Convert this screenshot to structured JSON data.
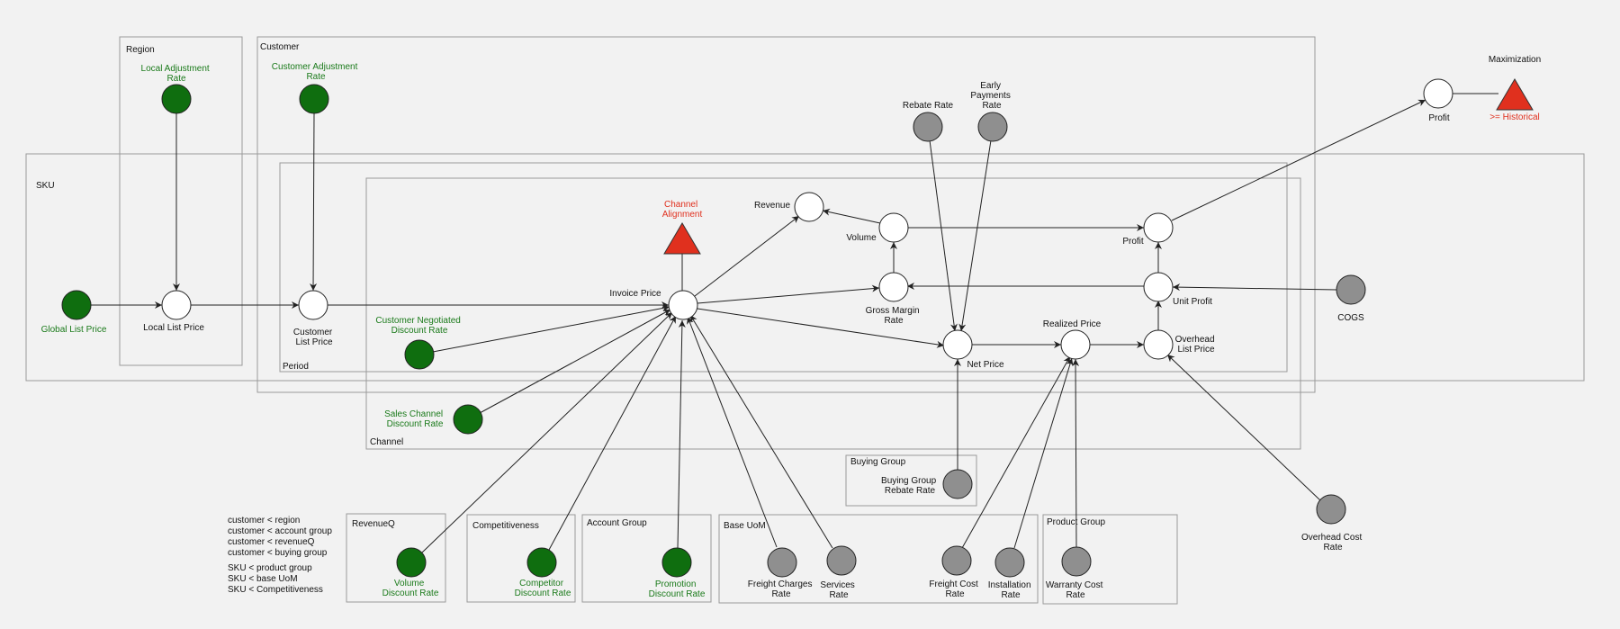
{
  "groups": {
    "sku": "SKU",
    "region": "Region",
    "customer": "Customer",
    "period": "Period",
    "channel": "Channel",
    "buying_group": "Buying Group",
    "revenueq": "RevenueQ",
    "competitiveness": "Competitiveness",
    "account_group": "Account Group",
    "base_uom": "Base UoM",
    "product_group": "Product Group"
  },
  "nodes": {
    "global_list_price": "Global List Price",
    "local_adjustment_rate": [
      "Local Adjustment",
      "Rate"
    ],
    "local_list_price": "Local List Price",
    "customer_adjustment_rate": [
      "Customer Adjustment",
      "Rate"
    ],
    "customer_list_price": [
      "Customer",
      "List Price"
    ],
    "customer_negotiated_discount_rate": [
      "Customer Negotiated",
      "Discount Rate"
    ],
    "sales_channel_discount_rate": [
      "Sales Channel",
      "Discount Rate"
    ],
    "invoice_price": "Invoice Price",
    "channel_alignment": [
      "Channel",
      "Alignment"
    ],
    "revenue": "Revenue",
    "volume": "Volume",
    "gross_margin_rate": [
      "Gross Margin",
      "Rate"
    ],
    "net_price": "Net Price",
    "realized_price": "Realized Price",
    "overhead_list_price": [
      "Overhead",
      "List Price"
    ],
    "unit_profit": "Unit Profit",
    "profit_inner": "Profit",
    "profit_outer": "Profit",
    "cogs": "COGS",
    "rebate_rate": "Rebate Rate",
    "early_payments_rate": [
      "Early",
      "Payments",
      "Rate"
    ],
    "maximization": "Maximization",
    "historical": ">= Historical",
    "buying_group_rebate_rate": [
      "Buying Group",
      "Rebate Rate"
    ],
    "overhead_cost_rate": [
      "Overhead Cost",
      "Rate"
    ],
    "volume_discount_rate": [
      "Volume",
      "Discount Rate"
    ],
    "competitor_discount_rate": [
      "Competitor",
      "Discount Rate"
    ],
    "promotion_discount_rate": [
      "Promotion",
      "Discount Rate"
    ],
    "freight_charges_rate": [
      "Freight Charges",
      "Rate"
    ],
    "services_rate": [
      "Services",
      "Rate"
    ],
    "freight_cost_rate": [
      "Freight Cost",
      "Rate"
    ],
    "installation_rate": [
      "Installation",
      "Rate"
    ],
    "warranty_cost_rate": [
      "Warranty Cost",
      "Rate"
    ]
  },
  "legend": [
    "customer < region",
    "customer < account group",
    "customer < revenueQ",
    "customer < buying group",
    "SKU < product group",
    "SKU < base UoM",
    "SKU < Competitiveness"
  ],
  "colors": {
    "decision": "#0f6e0f",
    "input": "#8f8f8f",
    "computed": "#ffffff",
    "constraint": "#e0301e",
    "decision_text": "#1a7a1a",
    "constraint_text": "#e0301e"
  }
}
